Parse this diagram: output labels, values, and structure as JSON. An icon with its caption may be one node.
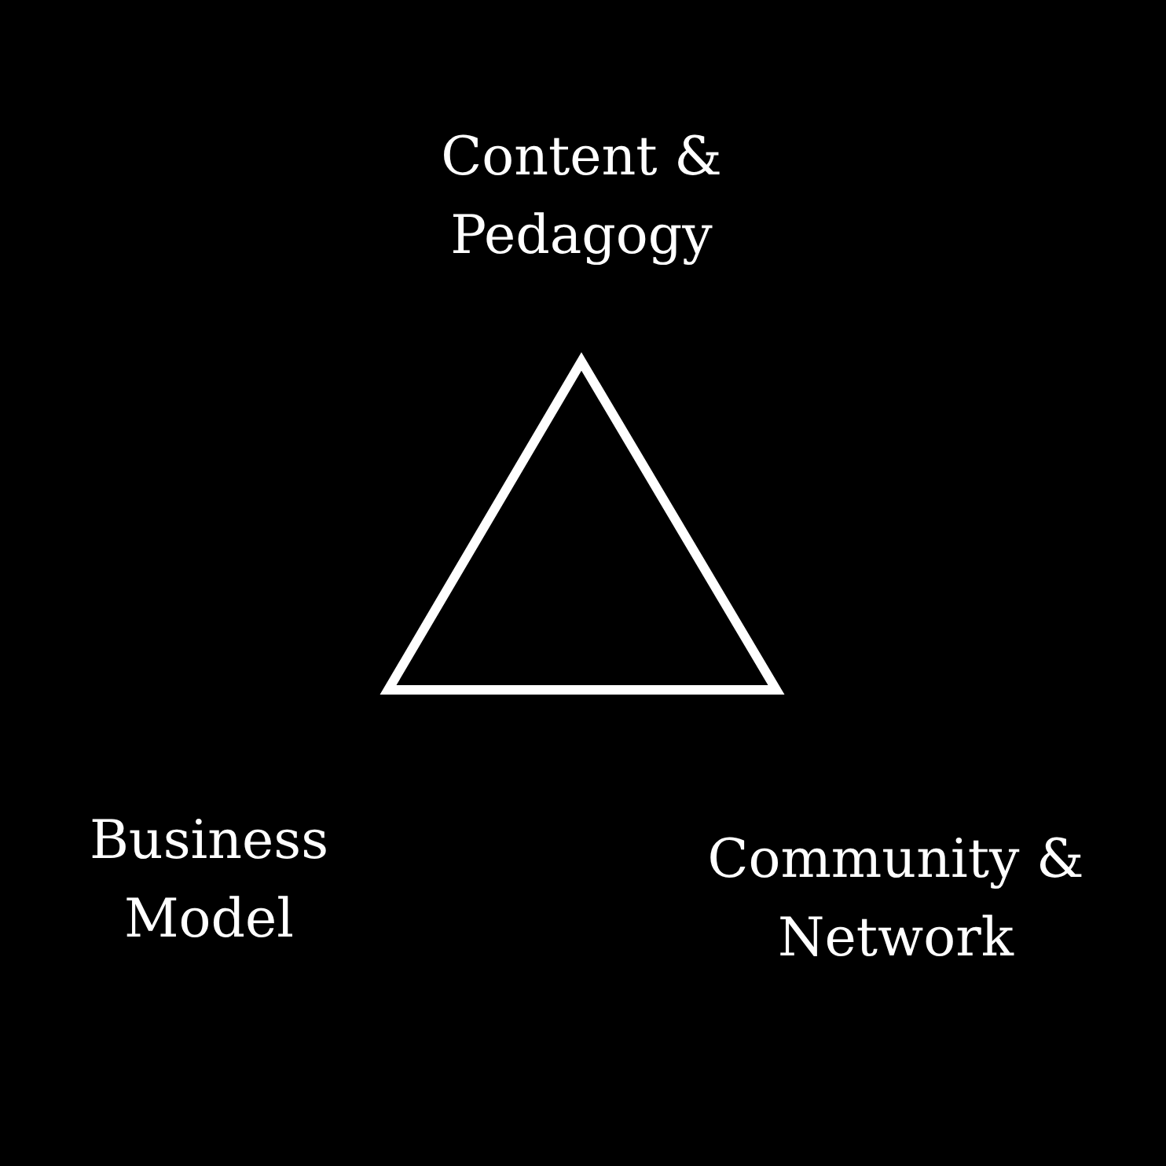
{
  "diagram": {
    "labels": [
      "Content & Pedagogy",
      "Business Model",
      "Community & Network"
    ]
  }
}
